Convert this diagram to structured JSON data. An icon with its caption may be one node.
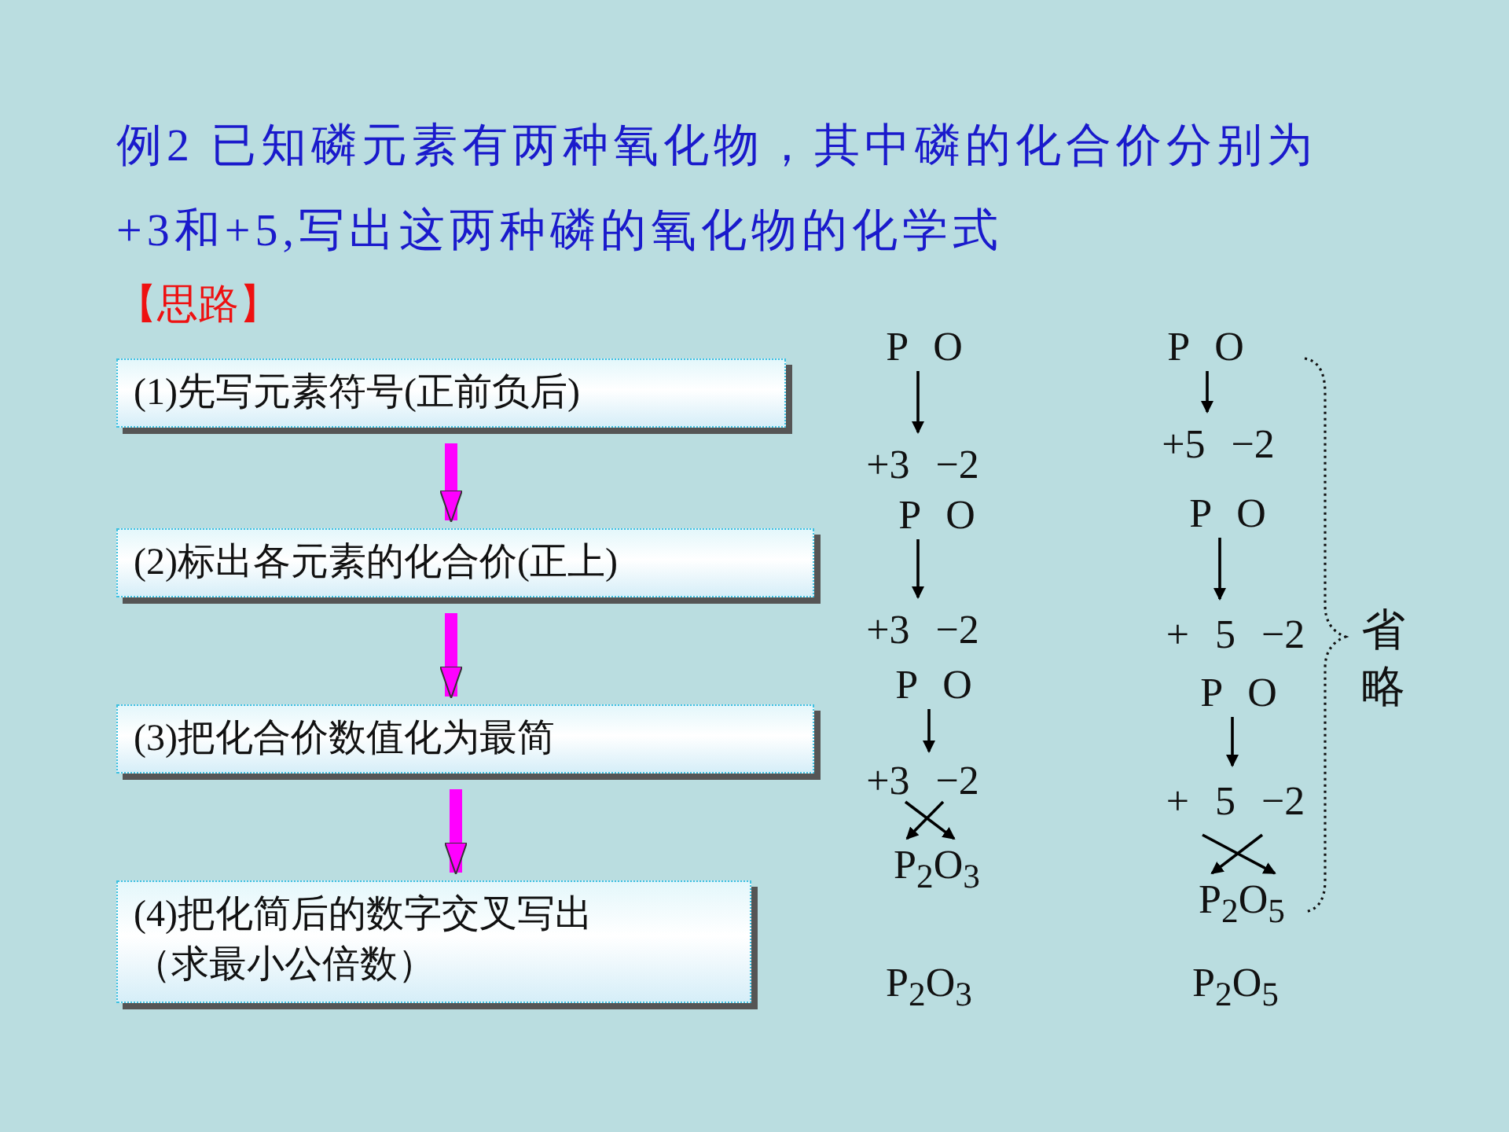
{
  "diagram": {
    "title": "例2 已知磷元素有两种氧化物，其中磷的化合价分别为+3和+5,写出这两种磷的氧化物的化学式",
    "nodes": [
      {
        "text": [
          "(1)先写元素符号(正前负后)"
        ]
      },
      {
        "text": [
          "(2)标出各元素的化合价(正上)"
        ]
      },
      {
        "text": [
          "(3)把化合价数值化为最简"
        ]
      },
      {
        "text": [
          "(4)把化简后的数字交叉写出（求最小公倍数）"
        ]
      },
      {
        "text": [
          "P O"
        ]
      },
      {
        "text": [
          "+3 −2"
        ]
      },
      {
        "text": [
          "P O"
        ]
      },
      {
        "text": [
          "+3 −2"
        ]
      },
      {
        "text": [
          "P O"
        ]
      },
      {
        "text": [
          "+3 −2"
        ]
      },
      {
        "text": [
          "P$_{2}$O$_{3}$"
        ]
      },
      {
        "text": [
          "P O"
        ]
      },
      {
        "text": [
          "+5 −2"
        ]
      },
      {
        "text": [
          "P O"
        ]
      },
      {
        "text": [
          "+ 5 −2"
        ]
      },
      {
        "text": [
          "P O"
        ]
      },
      {
        "text": [
          "+ 5 −2"
        ]
      },
      {
        "text": [
          "P$_{2}$O$_{5}$"
        ]
      }
    ],
    "edges": [
      {
        "from": 0,
        "to": 1,
        "arrow": "to",
        "style": "thick",
        "color": "#ff00ff"
      },
      {
        "from": 1,
        "to": 2,
        "arrow": "to",
        "style": "thick",
        "color": "#ff00ff"
      },
      {
        "from": 2,
        "to": 3,
        "arrow": "to",
        "style": "thick",
        "color": "#ff00ff"
      },
      {
        "from": 4,
        "to": 5,
        "arrow": "to"
      },
      {
        "from": 6,
        "to": 7,
        "arrow": "to"
      },
      {
        "from": 8,
        "to": 9,
        "arrow": "to"
      },
      {
        "from": 9,
        "to": 10,
        "arrow": "to"
      },
      {
        "from": 9,
        "to": 10,
        "arrow": "to"
      },
      {
        "from": 11,
        "to": 12,
        "arrow": "to"
      },
      {
        "from": 13,
        "to": 14,
        "arrow": "to"
      },
      {
        "from": 15,
        "to": 16,
        "arrow": "to"
      },
      {
        "from": 16,
        "to": 17,
        "arrow": "to"
      },
      {
        "from": 16,
        "to": 17,
        "arrow": "to"
      }
    ],
    "labels": [
      "【思路】",
      "省略",
      "P$_{2}$O$_{3}$",
      "P$_{2}$O$_{5}$"
    ]
  }
}
